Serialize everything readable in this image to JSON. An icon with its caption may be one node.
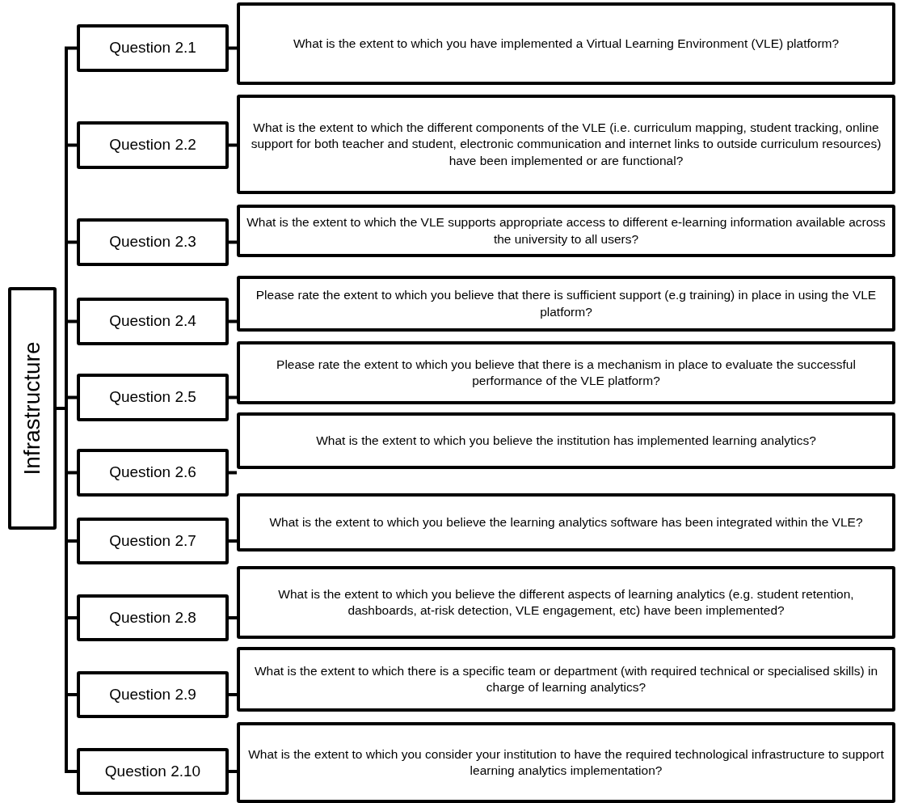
{
  "diagram": {
    "nodes": [
      {
        "text": [
          "Infrastructure"
        ]
      },
      {
        "text": [
          "Question 2.1"
        ]
      },
      {
        "text": [
          "Question 2.2"
        ]
      },
      {
        "text": [
          "Question 2.3"
        ]
      },
      {
        "text": [
          "Question 2.4"
        ]
      },
      {
        "text": [
          "Question 2.5"
        ]
      },
      {
        "text": [
          "Question 2.6"
        ]
      },
      {
        "text": [
          "Question 2.7"
        ]
      },
      {
        "text": [
          "Question 2.8"
        ]
      },
      {
        "text": [
          "Question 2.9"
        ]
      },
      {
        "text": [
          "Question 2.10"
        ]
      },
      {
        "text": [
          "What is the extent to which you have implemented a Virtual Learning Environment (VLE) platform?"
        ]
      },
      {
        "text": [
          "What is the extent to which the different components of the VLE (i.e. curriculum mapping, student tracking, online support for both teacher and student, electronic communication and internet links to outside curriculum resources) have been implemented or are functional?"
        ]
      },
      {
        "text": [
          "What is the extent to which the VLE supports appropriate access to different e-learning information available across the university to all users?"
        ]
      },
      {
        "text": [
          "Please rate the extent to which you believe that there is sufficient support (e.g training) in place in using the VLE platform?"
        ]
      },
      {
        "text": [
          "Please rate the extent to which you believe that there is a mechanism in place to evaluate the successful performance of the VLE platform?"
        ]
      },
      {
        "text": [
          "What is the extent to which you believe the institution has implemented learning analytics?"
        ]
      },
      {
        "text": [
          "What is the extent to which you believe the learning analytics software has been integrated within the VLE?"
        ]
      },
      {
        "text": [
          "What is the extent to which you believe the different aspects of learning analytics (e.g. student retention, dashboards, at-risk detection, VLE engagement, etc) have been implemented?"
        ]
      },
      {
        "text": [
          "What is the extent to which there is a specific team or department (with required technical or specialised skills) in charge of learning analytics?"
        ]
      },
      {
        "text": [
          "What is the extent to which you consider your institution to have the required technological infrastructure to support learning analytics implementation?"
        ]
      }
    ],
    "edges": [
      {
        "from": 0,
        "to": 1,
        "arrow": "none"
      },
      {
        "from": 0,
        "to": 2,
        "arrow": "none"
      },
      {
        "from": 0,
        "to": 3,
        "arrow": "none"
      },
      {
        "from": 0,
        "to": 4,
        "arrow": "none"
      },
      {
        "from": 0,
        "to": 5,
        "arrow": "none"
      },
      {
        "from": 0,
        "to": 6,
        "arrow": "none"
      },
      {
        "from": 0,
        "to": 7,
        "arrow": "none"
      },
      {
        "from": 0,
        "to": 8,
        "arrow": "none"
      },
      {
        "from": 0,
        "to": 9,
        "arrow": "none"
      },
      {
        "from": 0,
        "to": 10,
        "arrow": "none"
      },
      {
        "from": 1,
        "to": 11,
        "arrow": "none"
      },
      {
        "from": 2,
        "to": 12,
        "arrow": "none"
      },
      {
        "from": 3,
        "to": 13,
        "arrow": "none"
      },
      {
        "from": 4,
        "to": 14,
        "arrow": "none"
      },
      {
        "from": 5,
        "to": 15,
        "arrow": "none"
      },
      {
        "from": 6,
        "to": 16,
        "arrow": "none"
      },
      {
        "from": 7,
        "to": 17,
        "arrow": "none"
      },
      {
        "from": 8,
        "to": 18,
        "arrow": "none"
      },
      {
        "from": 9,
        "to": 19,
        "arrow": "none"
      },
      {
        "from": 10,
        "to": 20,
        "arrow": "none"
      }
    ]
  }
}
